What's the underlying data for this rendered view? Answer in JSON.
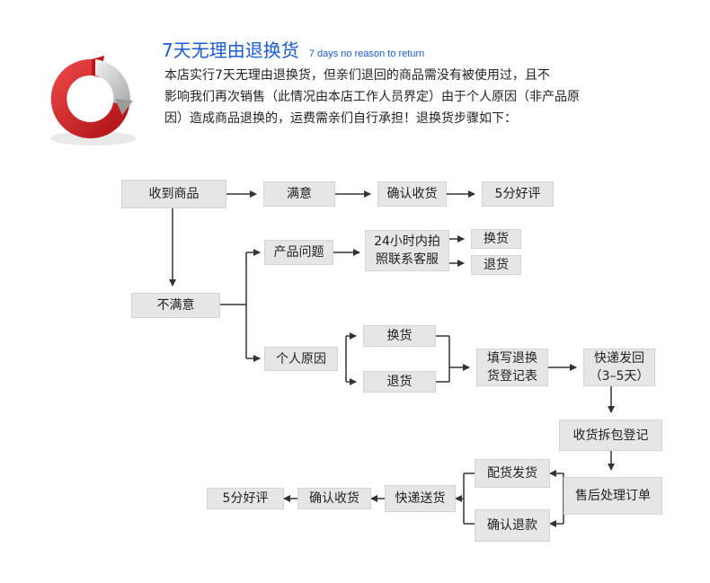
{
  "header": {
    "title": "7天无理由退换货",
    "subtitle": "7 days no reason to return",
    "description": [
      "本店实行7天无理由退换货，但亲们退回的商品需没有被使用过，且不",
      "影响我们再次销售（此情况由本店工作人员界定）由于个人原因（非产品原",
      "因）造成商品退换的，运费需亲们自行承担！退换货步骤如下："
    ]
  },
  "logo": {
    "icon": "circular-arrows-icon",
    "colors": {
      "red": "#d4161c",
      "gray": "#c8c8c8"
    }
  },
  "flow": {
    "receive": "收到商品",
    "satisfied": "满意",
    "confirm_receipt_1": "确认收货",
    "five_star_1": "5分好评",
    "unsatisfied": "不满意",
    "product_issue": "产品问题",
    "contact_24h_line1": "24小时内拍",
    "contact_24h_line2": "照联系客服",
    "exchange_1": "换货",
    "return_1": "退货",
    "personal_reason": "个人原因",
    "exchange_2": "换货",
    "return_2": "退货",
    "fill_form_line1": "填写退换",
    "fill_form_line2": "货登记表",
    "express_back_line1": "快递发回",
    "express_back_line2": "（3–5天）",
    "unpack_register": "收货拆包登记",
    "process_order": "售后处理订单",
    "ship_goods": "配货发货",
    "confirm_refund": "确认退款",
    "express_send": "快递送货",
    "confirm_receipt_2": "确认收货",
    "five_star_2": "5分好评"
  },
  "colors": {
    "title_blue": "#1a5bd6",
    "box_fill": "#e6e6e6",
    "line": "#333333"
  }
}
